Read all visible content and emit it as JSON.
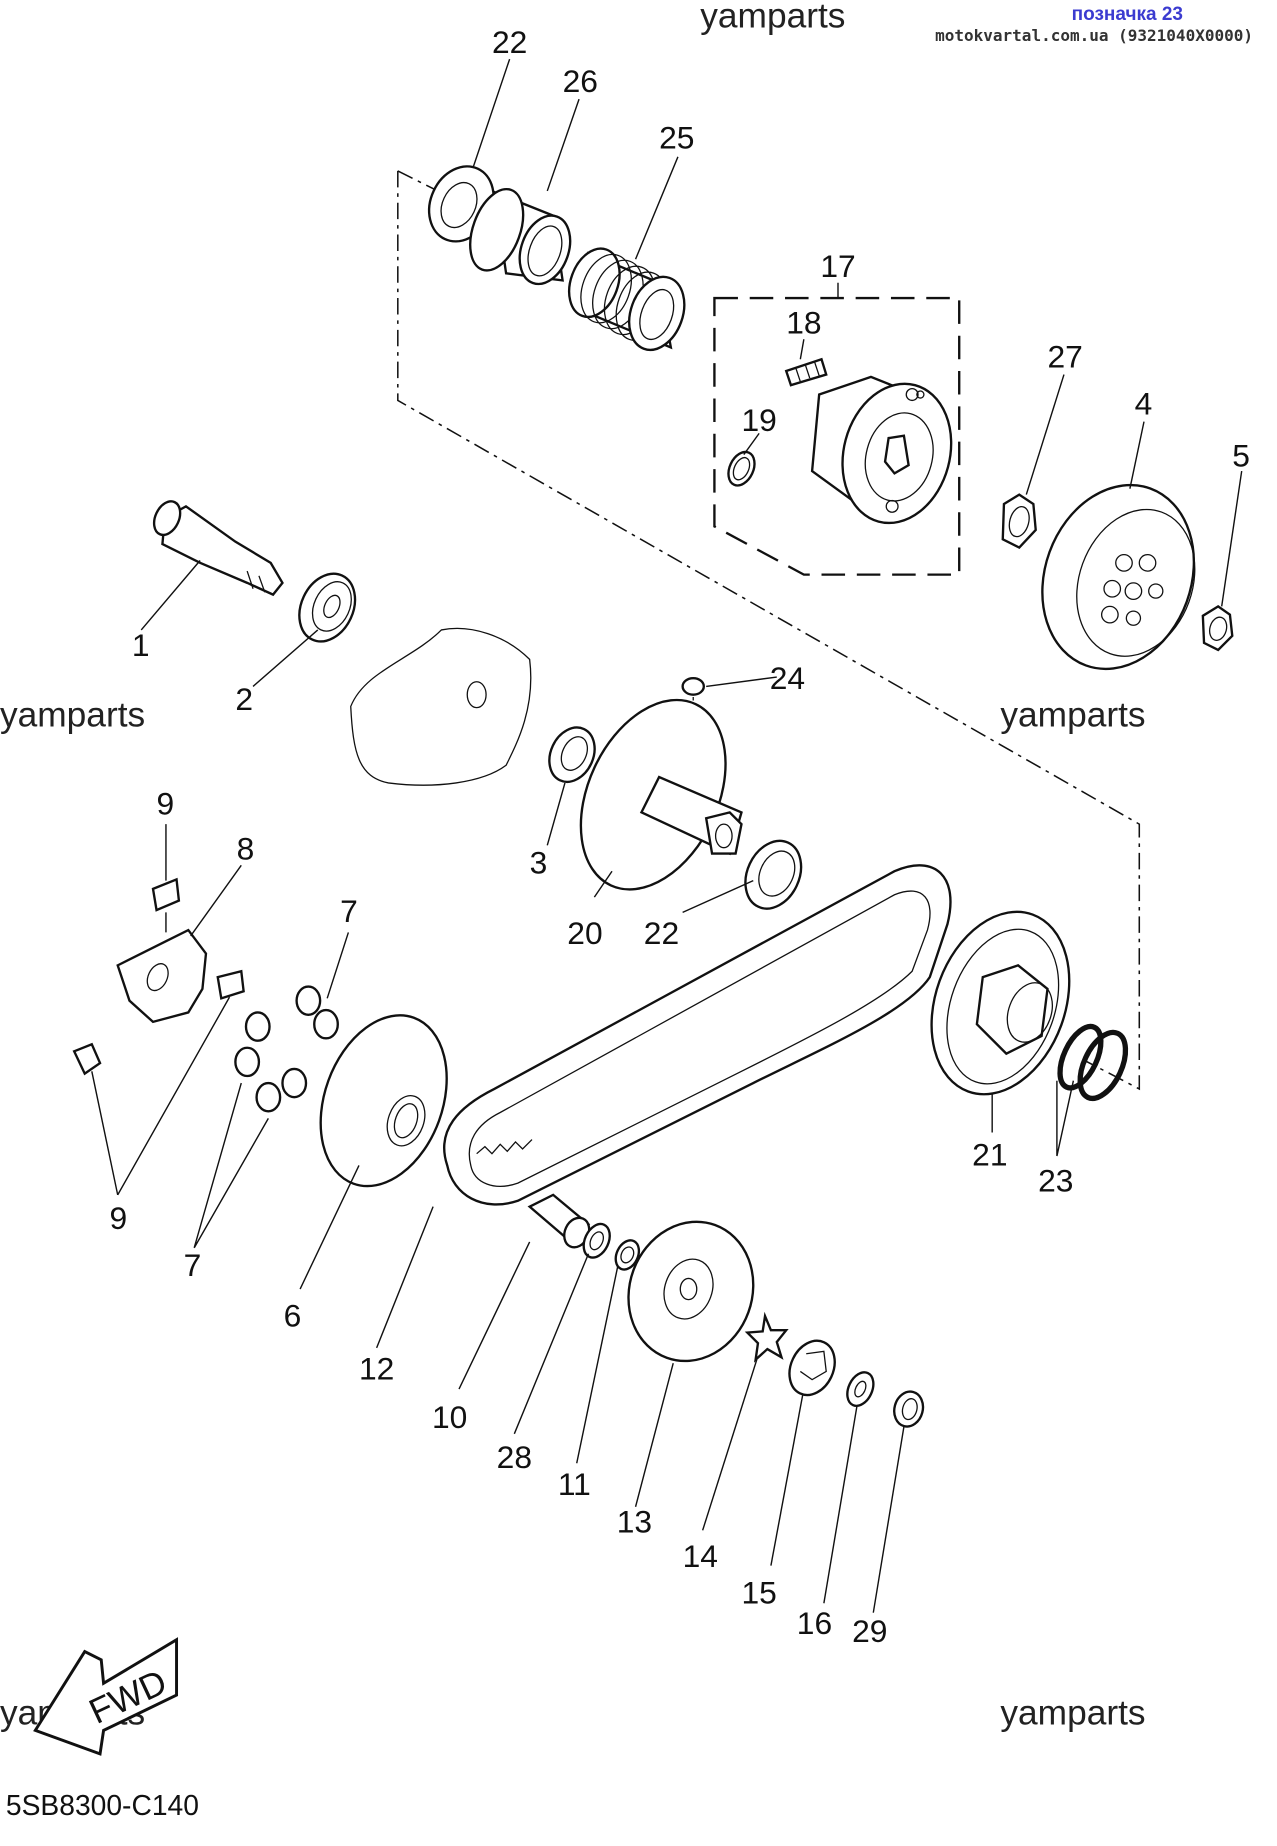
{
  "header": {
    "reference": "позначка 23",
    "site": "motokvartal.com.ua (9321040X0000)"
  },
  "watermark": "yamparts",
  "diagram_code": "5SB8300-C140",
  "direction_marker": "FWD",
  "callouts": {
    "c1": "1",
    "c2": "2",
    "c3": "3",
    "c4": "4",
    "c5": "5",
    "c6": "6",
    "c7a": "7",
    "c7b": "7",
    "c8": "8",
    "c9a": "9",
    "c9b": "9",
    "c10": "10",
    "c11": "11",
    "c12": "12",
    "c13": "13",
    "c14": "14",
    "c15": "15",
    "c16": "16",
    "c17": "17",
    "c18": "18",
    "c19": "19",
    "c20": "20",
    "c21": "21",
    "c22a": "22",
    "c22b": "22",
    "c23": "23",
    "c24": "24",
    "c25": "25",
    "c26": "26",
    "c27": "27",
    "c28": "28",
    "c29": "29"
  }
}
